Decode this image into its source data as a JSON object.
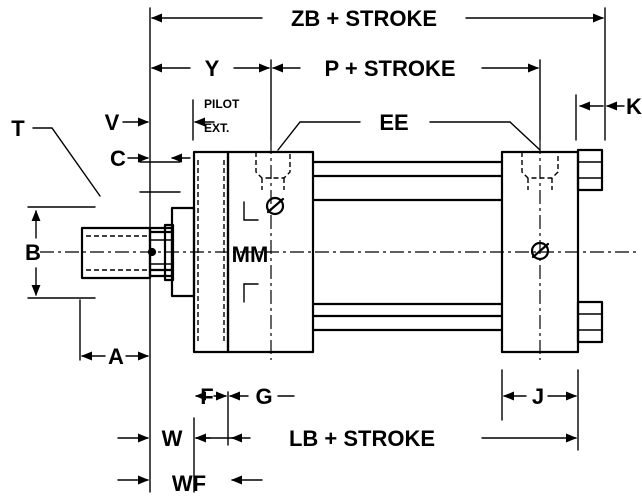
{
  "labels": {
    "zb": "ZB + STROKE",
    "y": "Y",
    "p": "P + STROKE",
    "pilot": "PILOT",
    "ext": "EXT.",
    "v": "V",
    "t": "T",
    "ee": "EE",
    "k": "K",
    "c": "C",
    "b": "B",
    "mm": "MM",
    "a": "A",
    "f": "F",
    "g": "G",
    "j": "J",
    "w": "W",
    "lb": "LB + STROKE",
    "wf": "WF"
  }
}
